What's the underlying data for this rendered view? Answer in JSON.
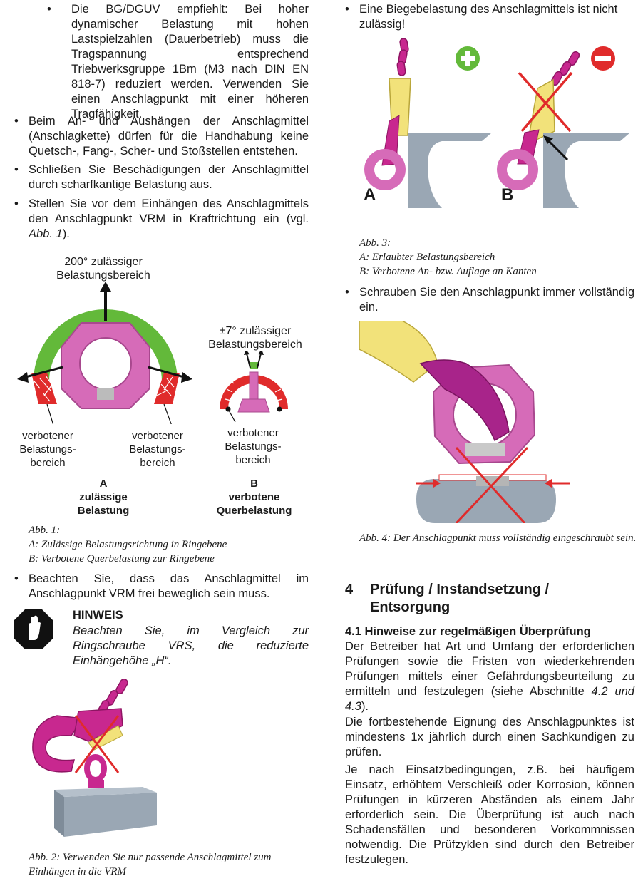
{
  "left": {
    "bullet_sub": "Die BG/DGUV empfiehlt: Bei hoher dynamischer Belastung mit hohen Lastspielzahlen (Dauerbetrieb) muss die Tragspannung entsprechend Triebwerksgruppe 1Bm (M3 nach DIN EN 818-7) reduziert werden. Verwenden Sie einen Anschlagpunkt mit einer höheren Tragfähigkeit.",
    "bullet_1": "Beim An- und Aushängen der Anschlagmittel (Anschlagkette) dürfen für die Handhabung keine Quetsch-, Fang-, Scher- und Stoßstellen entstehen.",
    "bullet_2": "Schließen Sie Beschädigungen der Anschlagmittel durch scharfkantige Belastung aus.",
    "bullet_3_pre": "Stellen Sie vor dem Einhängen des Anschlagmittels den Anschlagpunkt VRM in Kraftrichtung ein (vgl. ",
    "bullet_3_ref": "Abb. 1",
    "bullet_3_post": ").",
    "fig1": {
      "a_top_line1": "200° zulässiger",
      "a_top_line2": "Belastungsbereich",
      "a_left_1": "verbotener",
      "a_left_2": "Belastungs-",
      "a_left_3": "bereich",
      "a_right_1": "verbotener",
      "a_right_2": "Belastungs-",
      "a_right_3": "bereich",
      "a_letter": "A",
      "a_cap_1": "zulässige",
      "a_cap_2": "Belastung",
      "b_top_line1": "±7° zulässiger",
      "b_top_line2": "Belastungsbereich",
      "b_lbl_1": "verbotener",
      "b_lbl_2": "Belastungs-",
      "b_lbl_3": "bereich",
      "b_letter": "B",
      "b_cap_1": "verbotene",
      "b_cap_2": "Querbelastung"
    },
    "fig1_caption_1": "Abb. 1:",
    "fig1_caption_2": "A: Zulässige Belastungsrichtung in Ringebene",
    "fig1_caption_3": "B: Verbotene Querbelastung zur Ringebene",
    "bullet_4": "Beachten Sie, dass das Anschlagmittel im Anschlagpunkt VRM frei beweglich sein muss.",
    "hinweis_title": "HINWEIS",
    "hinweis_text": "Beachten Sie, im Vergleich zur Ringschraube VRS, die reduzierte Einhängehöhe „H“.",
    "fig2_caption": "Abb. 2: Verwenden Sie nur passende Anschlagmittel zum Einhängen in die VRM"
  },
  "right": {
    "bullet_1": "Eine Biegebelastung des Anschlagmittels ist nicht zulässig!",
    "fig3_letter_a": "A",
    "fig3_letter_b": "B",
    "fig3_caption_1": "Abb. 3:",
    "fig3_caption_2": "A: Erlaubter Belastungsbereich",
    "fig3_caption_3": "B: Verbotene An- bzw. Auflage an Kanten",
    "bullet_2": "Schrauben Sie den Anschlagpunkt immer vollständig ein.",
    "fig4_caption": "Abb. 4: Der Anschlagpunkt muss vollständig eingeschraubt sein.",
    "section_number": "4",
    "section_title_1": "Prüfung / Instandsetzung /",
    "section_title_2": "Entsorgung",
    "subsection": "4.1  Hinweise zur regelmäßigen Überprüfung",
    "para_1_pre": "Der Betreiber hat Art und Umfang der erforderlichen Prüfungen sowie die Fristen von wiederkehrenden Prüfungen mittels einer Gefährdungsbeurteilung zu ermitteln und festzulegen (siehe Abschnitte ",
    "para_1_ref": "4.2 und 4.3",
    "para_1_post": ").",
    "para_2": "Die fortbestehende Eignung des Anschlagpunktes ist mindestens 1x jährlich durch einen Sachkundigen zu prüfen.",
    "para_3": "Je nach Einsatzbedingungen, z.B. bei häufigem Einsatz, erhöhtem Verschleiß oder Korrosion, können Prüfungen in kürzeren Abständen als einem Jahr erforderlich sein. Die Überprüfung ist auch nach Schadensfällen und besonderen Vorkommnissen notwendig. Die Prüfzyklen sind durch den Betreiber festzulegen."
  },
  "colors": {
    "magenta": "#c8288f",
    "pink": "#d66bb8",
    "green": "#63b93a",
    "red": "#e02b2b",
    "yellow": "#f2e27a",
    "grey": "#9aa7b4"
  }
}
